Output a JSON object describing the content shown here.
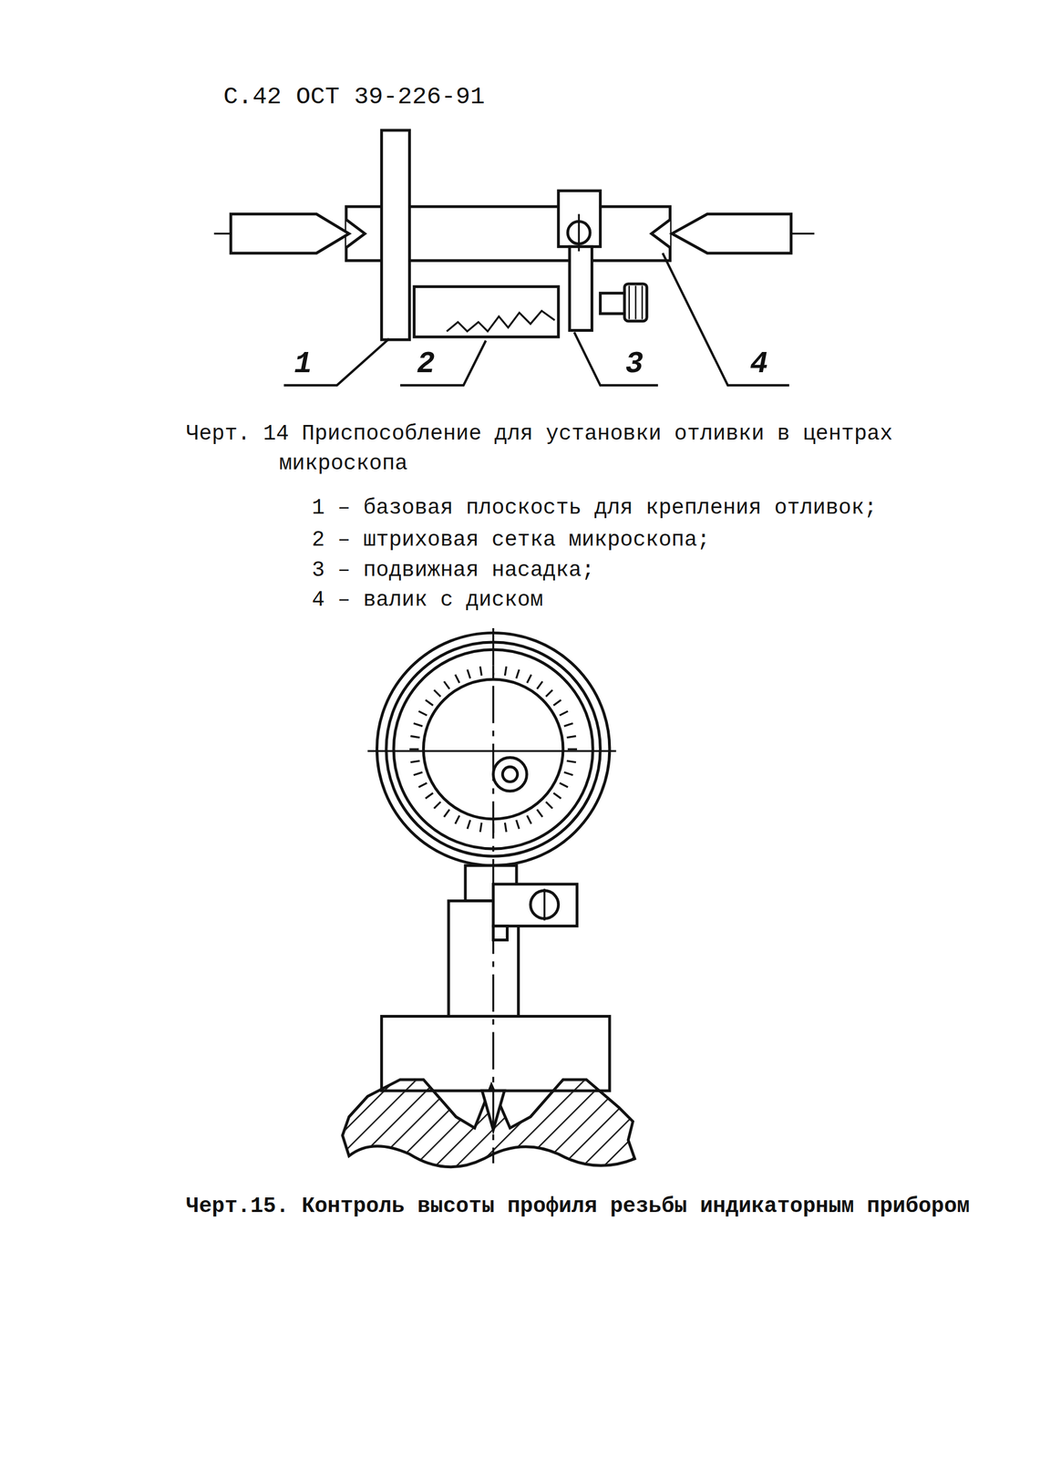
{
  "diagram": {
    "labels": [
      "С.42 ОСТ 39-226-91",
      "1",
      "2",
      "3",
      "4",
      "Черт. 14 Приспособление для установки отливки в центрах микроскопа",
      "1 – базовая плоскость для крепления отливок;",
      "2 – штриховая сетка микроскопа;",
      "3 – подвижная насадка;",
      "4 – валик с диском",
      "Черт.15. Контроль высоты профиля резьбы индикаторным прибором"
    ]
  }
}
